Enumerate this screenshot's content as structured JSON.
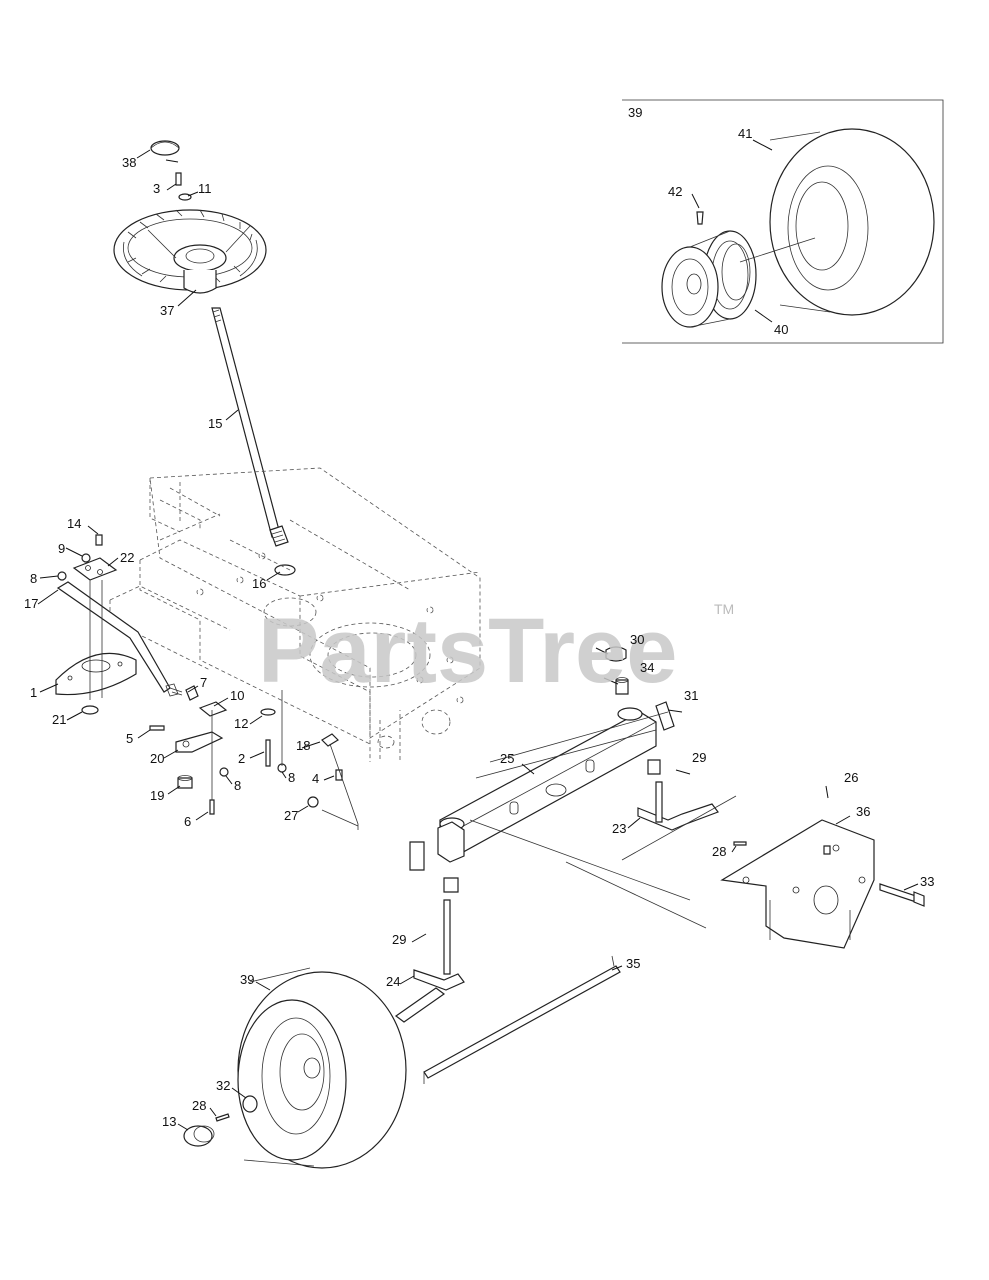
{
  "watermark": {
    "text": "PartsTree",
    "trademark": "TM"
  },
  "inset": {
    "label": "39"
  },
  "parts": [
    {
      "id": "38",
      "text": "38"
    },
    {
      "id": "3",
      "text": "3"
    },
    {
      "id": "11",
      "text": "11"
    },
    {
      "id": "37",
      "text": "37"
    },
    {
      "id": "15",
      "text": "15"
    },
    {
      "id": "14",
      "text": "14"
    },
    {
      "id": "9",
      "text": "9"
    },
    {
      "id": "22",
      "text": "22"
    },
    {
      "id": "8a",
      "text": "8"
    },
    {
      "id": "17",
      "text": "17"
    },
    {
      "id": "16",
      "text": "16"
    },
    {
      "id": "1",
      "text": "1"
    },
    {
      "id": "7",
      "text": "7"
    },
    {
      "id": "10",
      "text": "10"
    },
    {
      "id": "21",
      "text": "21"
    },
    {
      "id": "12",
      "text": "12"
    },
    {
      "id": "5",
      "text": "5"
    },
    {
      "id": "20",
      "text": "20"
    },
    {
      "id": "2",
      "text": "2"
    },
    {
      "id": "8b",
      "text": "8"
    },
    {
      "id": "18",
      "text": "18"
    },
    {
      "id": "8c",
      "text": "8"
    },
    {
      "id": "4",
      "text": "4"
    },
    {
      "id": "19",
      "text": "19"
    },
    {
      "id": "6",
      "text": "6"
    },
    {
      "id": "27",
      "text": "27"
    },
    {
      "id": "30",
      "text": "30"
    },
    {
      "id": "34",
      "text": "34"
    },
    {
      "id": "31",
      "text": "31"
    },
    {
      "id": "25",
      "text": "25"
    },
    {
      "id": "29a",
      "text": "29"
    },
    {
      "id": "26",
      "text": "26"
    },
    {
      "id": "36",
      "text": "36"
    },
    {
      "id": "23",
      "text": "23"
    },
    {
      "id": "28a",
      "text": "28"
    },
    {
      "id": "33",
      "text": "33"
    },
    {
      "id": "29b",
      "text": "29"
    },
    {
      "id": "24",
      "text": "24"
    },
    {
      "id": "35",
      "text": "35"
    },
    {
      "id": "39",
      "text": "39"
    },
    {
      "id": "32",
      "text": "32"
    },
    {
      "id": "28b",
      "text": "28"
    },
    {
      "id": "13",
      "text": "13"
    },
    {
      "id": "41",
      "text": "41"
    },
    {
      "id": "42",
      "text": "42"
    },
    {
      "id": "40",
      "text": "40"
    }
  ]
}
